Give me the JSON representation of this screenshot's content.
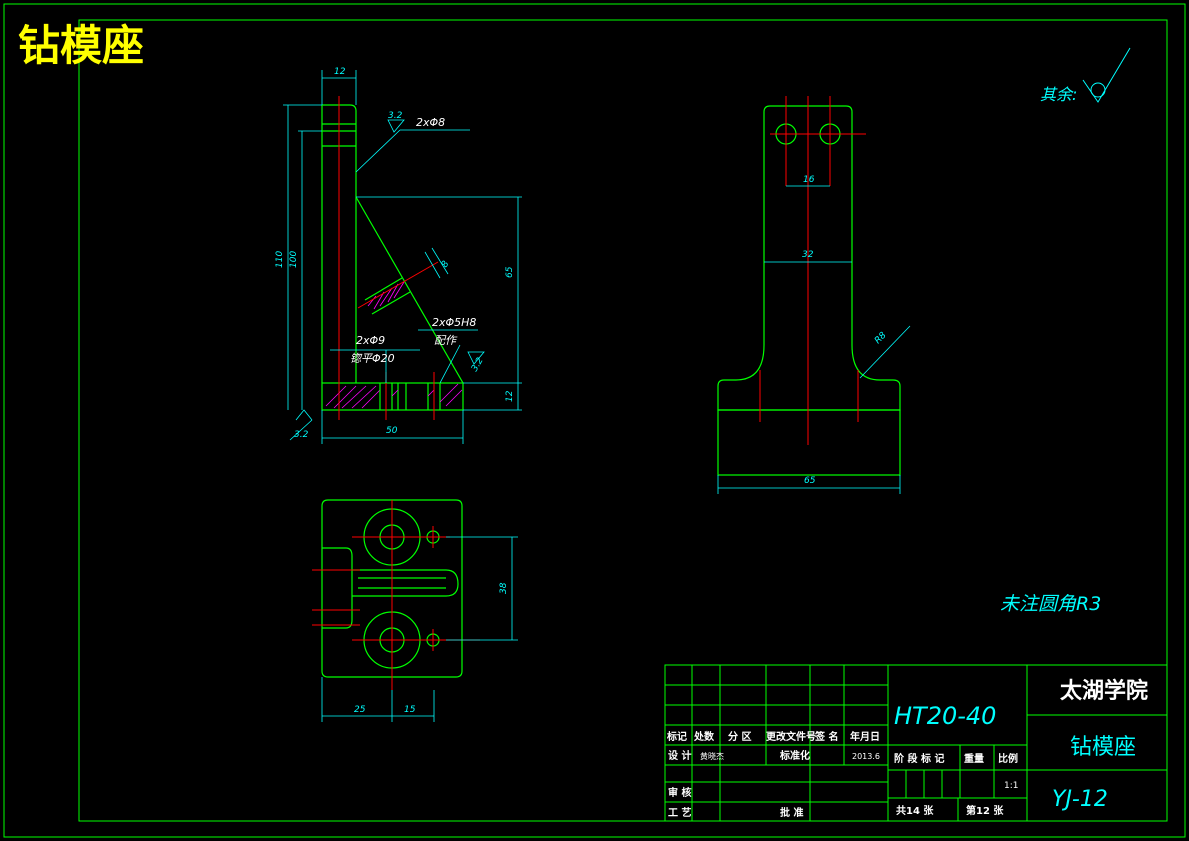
{
  "drawing": {
    "title": "钻模座",
    "surface_note": "其余:",
    "fillet_note": "未注圆角R3",
    "front_view": {
      "dims": {
        "top_width": "12",
        "overall_height": "110",
        "upright_height": "100",
        "slope_height": "65",
        "base_height": "12",
        "base_width": "50",
        "hole_dia": "8"
      },
      "callouts": {
        "top_holes": "2xΦ8",
        "counterbore_holes": "2xΦ9",
        "counterbore": "锪平Φ20",
        "pin_holes": "2xΦ5H8",
        "pin_note": "配作"
      },
      "roughness": {
        "top": "3.2",
        "bottom": "3.2",
        "pin": "3.2"
      }
    },
    "side_view": {
      "dims": {
        "hole_spacing": "16",
        "upright_width": "32",
        "fillet": "R8",
        "base_width": "65"
      }
    },
    "top_view": {
      "dims": {
        "hole_spacing": "38",
        "x_offset": "25",
        "pin_offset": "15"
      }
    },
    "title_block": {
      "material": "HT20-40",
      "organization": "太湖学院",
      "part_name": "钻模座",
      "drawing_no": "YJ-12",
      "header_row": [
        "标记",
        "处数",
        "分 区",
        "更改文件号",
        "签 名",
        "年月日"
      ],
      "design_label": "设 计",
      "designer": "黄晓杰",
      "standardize_label": "标准化",
      "design_date": "2013.6",
      "review_label": "审 核",
      "process_label": "工 艺",
      "approve_label": "批 准",
      "stage_label": "阶 段 标 记",
      "weight_label": "重量",
      "scale_label": "比例",
      "scale_value": "1:1",
      "sheet_total": "共14 张",
      "sheet_index": "第12 张"
    }
  }
}
